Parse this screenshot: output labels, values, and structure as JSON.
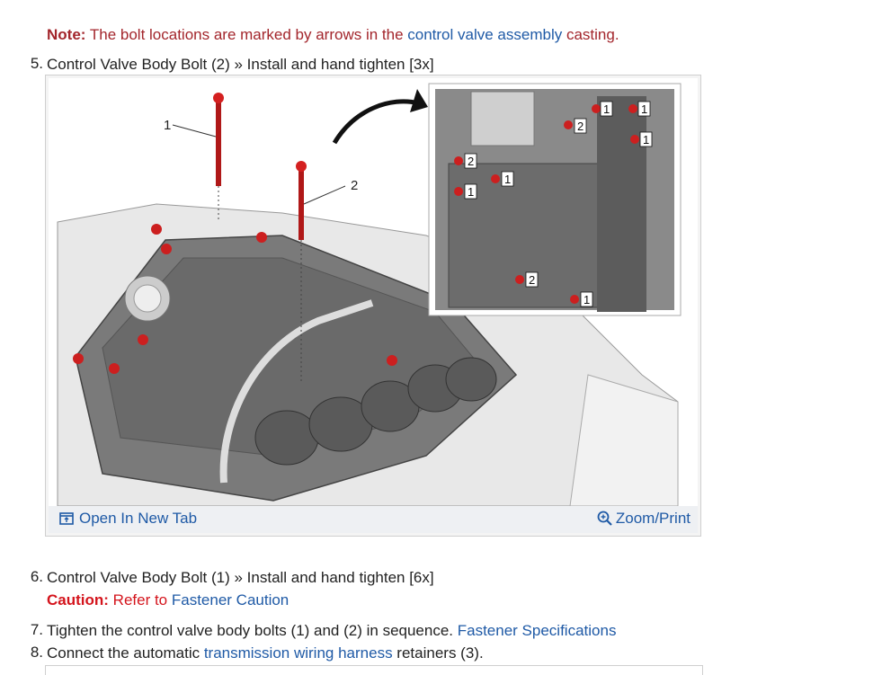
{
  "note": {
    "label": "Note:",
    "text_before": " The bolt locations are marked by arrows in the ",
    "link": "control valve assembly",
    "text_after": " casting."
  },
  "steps": [
    {
      "num": "5.",
      "text": "Control Valve Body Bolt (2) » Install and hand tighten [3x]"
    },
    {
      "num": "6.",
      "text": "Control Valve Body Bolt (1) » Install and hand tighten [6x]"
    },
    {
      "num": "7.",
      "text": "Tighten the control valve body bolts (1) and (2) in sequence. ",
      "link": "Fastener Specifications"
    },
    {
      "num": "8.",
      "text_before": "Connect the automatic ",
      "link": "transmission wiring harness",
      "text_after": " retainers (3)."
    }
  ],
  "caution": {
    "label": "Caution:",
    "text": " Refer to ",
    "link": "Fastener Caution"
  },
  "figure": {
    "open_label": "Open In New Tab",
    "zoom_label": "Zoom/Print",
    "callouts": {
      "bolt1": "1",
      "bolt2": "2"
    },
    "inset_labels": [
      "1",
      "1",
      "1",
      "2",
      "2",
      "1",
      "1",
      "2",
      "1"
    ]
  }
}
